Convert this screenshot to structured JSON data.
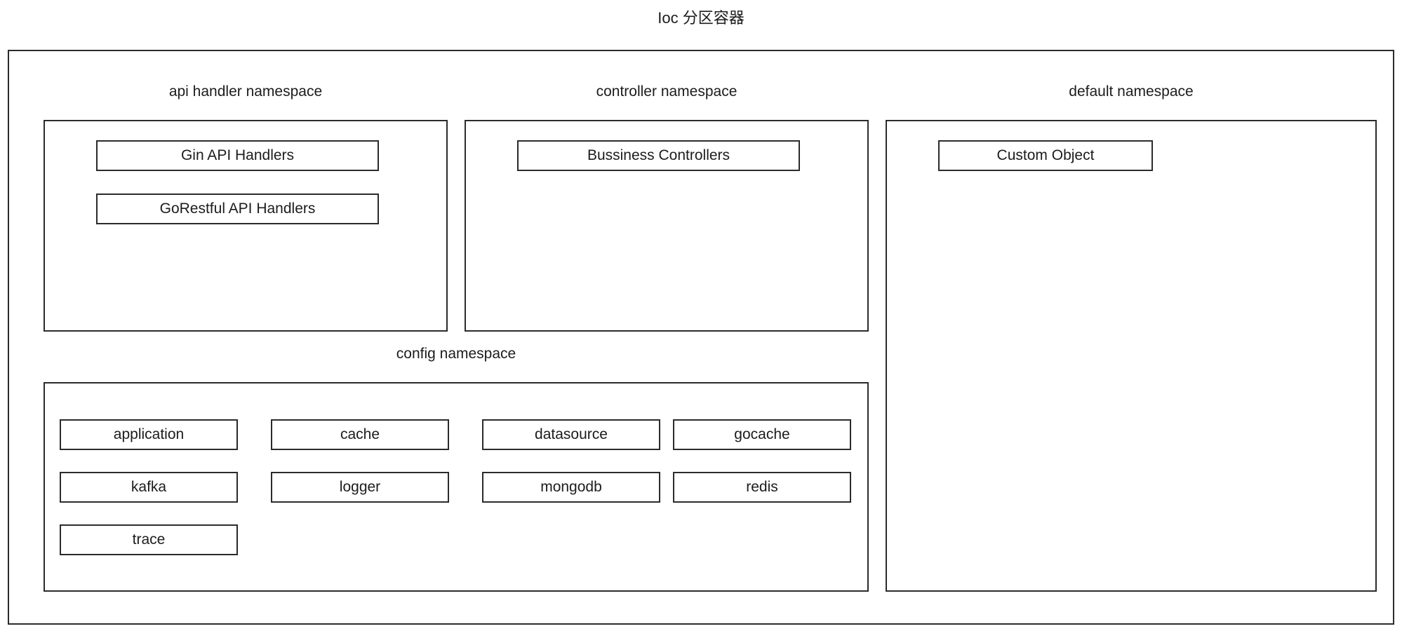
{
  "title": "Ioc 分区容器",
  "container": {
    "name": "Ioc partition container"
  },
  "namespaces": [
    {
      "id": "api-handler",
      "label": "api handler namespace",
      "components": [
        {
          "id": "gin-api-handlers",
          "label": "Gin API Handlers"
        },
        {
          "id": "gorestful-api-handlers",
          "label": "GoRestful API Handlers"
        }
      ]
    },
    {
      "id": "controller",
      "label": "controller namespace",
      "components": [
        {
          "id": "bussiness-controllers",
          "label": "Bussiness Controllers"
        }
      ]
    },
    {
      "id": "default",
      "label": "default namespace",
      "components": [
        {
          "id": "custom-object",
          "label": "Custom Object"
        }
      ]
    },
    {
      "id": "config",
      "label": "config namespace",
      "components": [
        {
          "id": "application",
          "label": "application"
        },
        {
          "id": "cache",
          "label": "cache"
        },
        {
          "id": "datasource",
          "label": "datasource"
        },
        {
          "id": "gocache",
          "label": "gocache"
        },
        {
          "id": "kafka",
          "label": "kafka"
        },
        {
          "id": "logger",
          "label": "logger"
        },
        {
          "id": "mongodb",
          "label": "mongodb"
        },
        {
          "id": "redis",
          "label": "redis"
        },
        {
          "id": "trace",
          "label": "trace"
        }
      ]
    }
  ],
  "colors": {
    "background": "#ffffff",
    "stroke": "#2b2b2b",
    "text": "#1c1c1c"
  }
}
